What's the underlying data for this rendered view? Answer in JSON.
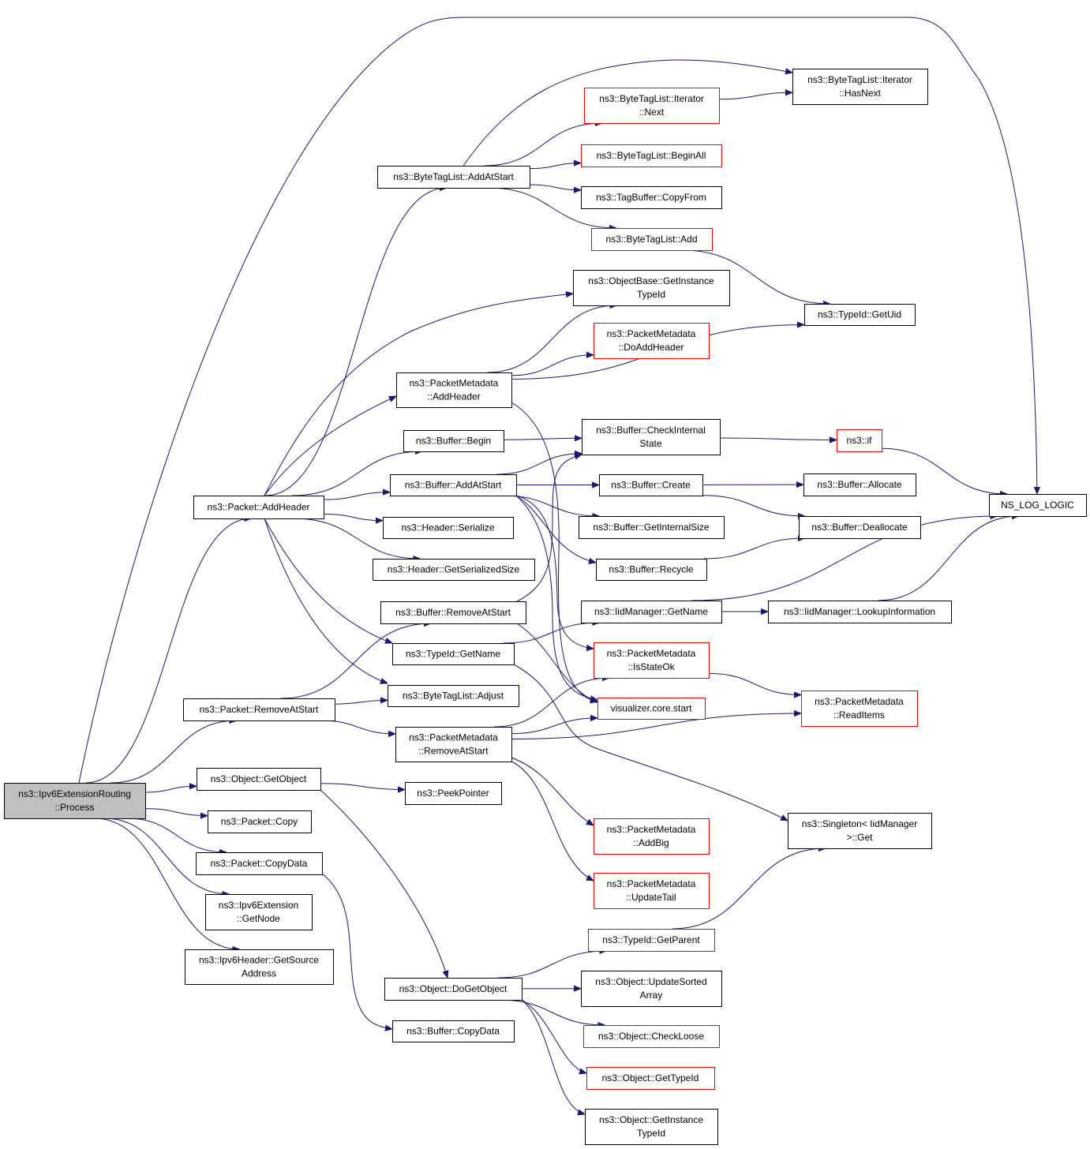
{
  "graph": {
    "nodes": [
      {
        "id": "process",
        "lines": [
          "ns3::Ipv6ExtensionRouting",
          "::Process"
        ],
        "style": "root"
      },
      {
        "id": "pkt_addheader",
        "lines": [
          "ns3::Packet::AddHeader"
        ],
        "style": "normal"
      },
      {
        "id": "pkt_removeatstart",
        "lines": [
          "ns3::Packet::RemoveAtStart"
        ],
        "style": "normal"
      },
      {
        "id": "obj_getobject",
        "lines": [
          "ns3::Object::GetObject"
        ],
        "style": "normal"
      },
      {
        "id": "pkt_copy",
        "lines": [
          "ns3::Packet::Copy"
        ],
        "style": "normal"
      },
      {
        "id": "pkt_copydata",
        "lines": [
          "ns3::Packet::CopyData"
        ],
        "style": "normal"
      },
      {
        "id": "ipv6ext_getnode",
        "lines": [
          "ns3::Ipv6Extension",
          "::GetNode"
        ],
        "style": "normal"
      },
      {
        "id": "ipv6hdr_getsrc",
        "lines": [
          "ns3::Ipv6Header::GetSource",
          "Address"
        ],
        "style": "normal"
      },
      {
        "id": "btl_addatstart",
        "lines": [
          "ns3::ByteTagList::AddAtStart"
        ],
        "style": "normal"
      },
      {
        "id": "pm_addheader",
        "lines": [
          "ns3::PacketMetadata",
          "::AddHeader"
        ],
        "style": "normal"
      },
      {
        "id": "buf_begin",
        "lines": [
          "ns3::Buffer::Begin"
        ],
        "style": "normal"
      },
      {
        "id": "buf_addatstart",
        "lines": [
          "ns3::Buffer::AddAtStart"
        ],
        "style": "normal"
      },
      {
        "id": "hdr_serialize",
        "lines": [
          "ns3::Header::Serialize"
        ],
        "style": "normal"
      },
      {
        "id": "hdr_getsersize",
        "lines": [
          "ns3::Header::GetSerializedSize"
        ],
        "style": "normal"
      },
      {
        "id": "buf_removeatstart",
        "lines": [
          "ns3::Buffer::RemoveAtStart"
        ],
        "style": "normal"
      },
      {
        "id": "typeid_getname",
        "lines": [
          "ns3::TypeId::GetName"
        ],
        "style": "normal"
      },
      {
        "id": "btl_adjust",
        "lines": [
          "ns3::ByteTagList::Adjust"
        ],
        "style": "normal"
      },
      {
        "id": "pm_removeatstart",
        "lines": [
          "ns3::PacketMetadata",
          "::RemoveAtStart"
        ],
        "style": "normal"
      },
      {
        "id": "peekpointer",
        "lines": [
          "ns3::PeekPointer"
        ],
        "style": "normal"
      },
      {
        "id": "obj_dogetobject",
        "lines": [
          "ns3::Object::DoGetObject"
        ],
        "style": "normal"
      },
      {
        "id": "buf_copydata",
        "lines": [
          "ns3::Buffer::CopyData"
        ],
        "style": "normal"
      },
      {
        "id": "btli_next",
        "lines": [
          "ns3::ByteTagList::Iterator",
          "::Next"
        ],
        "style": "incomplete"
      },
      {
        "id": "btl_beginall",
        "lines": [
          "ns3::ByteTagList::BeginAll"
        ],
        "style": "incomplete"
      },
      {
        "id": "tagbuf_copyfrom",
        "lines": [
          "ns3::TagBuffer::CopyFrom"
        ],
        "style": "normal"
      },
      {
        "id": "btl_add",
        "lines": [
          "ns3::ByteTagList::Add"
        ],
        "style": "incomplete"
      },
      {
        "id": "objbase_getinst",
        "lines": [
          "ns3::ObjectBase::GetInstance",
          "TypeId"
        ],
        "style": "normal"
      },
      {
        "id": "pm_doaddheader",
        "lines": [
          "ns3::PacketMetadata",
          "::DoAddHeader"
        ],
        "style": "incomplete"
      },
      {
        "id": "buf_checkinternal",
        "lines": [
          "ns3::Buffer::CheckInternal",
          "State"
        ],
        "style": "normal"
      },
      {
        "id": "buf_create",
        "lines": [
          "ns3::Buffer::Create"
        ],
        "style": "normal"
      },
      {
        "id": "buf_getinternalsize",
        "lines": [
          "ns3::Buffer::GetInternalSize"
        ],
        "style": "normal"
      },
      {
        "id": "buf_recycle",
        "lines": [
          "ns3::Buffer::Recycle"
        ],
        "style": "normal"
      },
      {
        "id": "iidmgr_getname",
        "lines": [
          "ns3::IidManager::GetName"
        ],
        "style": "normal"
      },
      {
        "id": "pm_isstateok",
        "lines": [
          "ns3::PacketMetadata",
          "::IsStateOk"
        ],
        "style": "incomplete"
      },
      {
        "id": "viz_start",
        "lines": [
          "visualizer.core.start"
        ],
        "style": "incomplete"
      },
      {
        "id": "pm_addbig",
        "lines": [
          "ns3::PacketMetadata",
          "::AddBig"
        ],
        "style": "incomplete"
      },
      {
        "id": "pm_updatetail",
        "lines": [
          "ns3::PacketMetadata",
          "::UpdateTail"
        ],
        "style": "incomplete"
      },
      {
        "id": "typeid_getparent",
        "lines": [
          "ns3::TypeId::GetParent"
        ],
        "style": "incomplete"
      },
      {
        "id": "obj_updatesorted",
        "lines": [
          "ns3::Object::UpdateSorted",
          "Array"
        ],
        "style": "normal"
      },
      {
        "id": "obj_checkloose",
        "lines": [
          "ns3::Object::CheckLoose"
        ],
        "style": "incomplete"
      },
      {
        "id": "obj_gettypeid",
        "lines": [
          "ns3::Object::GetTypeId"
        ],
        "style": "incomplete"
      },
      {
        "id": "obj_getinsttypeid",
        "lines": [
          "ns3::Object::GetInstance",
          "TypeId"
        ],
        "style": "normal"
      },
      {
        "id": "btli_hasnext",
        "lines": [
          "ns3::ByteTagList::Iterator",
          "::HasNext"
        ],
        "style": "normal"
      },
      {
        "id": "typeid_getuid",
        "lines": [
          "ns3::TypeId::GetUid"
        ],
        "style": "normal"
      },
      {
        "id": "ns3_if",
        "lines": [
          "ns3::if"
        ],
        "style": "incomplete"
      },
      {
        "id": "buf_allocate",
        "lines": [
          "ns3::Buffer::Allocate"
        ],
        "style": "normal"
      },
      {
        "id": "buf_deallocate",
        "lines": [
          "ns3::Buffer::Deallocate"
        ],
        "style": "normal"
      },
      {
        "id": "iidmgr_lookupinfo",
        "lines": [
          "ns3::IidManager::LookupInformation"
        ],
        "style": "normal"
      },
      {
        "id": "pm_readitems",
        "lines": [
          "ns3::PacketMetadata",
          "::ReadItems"
        ],
        "style": "incomplete"
      },
      {
        "id": "singleton_get",
        "lines": [
          "ns3::Singleton< IidManager",
          ">::Get"
        ],
        "style": "normal"
      },
      {
        "id": "ns_log_logic",
        "lines": [
          "NS_LOG_LOGIC"
        ],
        "style": "normal"
      }
    ],
    "edges": [
      [
        "process",
        "ns_log_logic"
      ],
      [
        "process",
        "pkt_addheader"
      ],
      [
        "process",
        "pkt_removeatstart"
      ],
      [
        "process",
        "obj_getobject"
      ],
      [
        "process",
        "pkt_copy"
      ],
      [
        "process",
        "pkt_copydata"
      ],
      [
        "process",
        "ipv6ext_getnode"
      ],
      [
        "process",
        "ipv6hdr_getsrc"
      ],
      [
        "pkt_addheader",
        "btl_addatstart"
      ],
      [
        "pkt_addheader",
        "objbase_getinst"
      ],
      [
        "pkt_addheader",
        "pm_addheader"
      ],
      [
        "pkt_addheader",
        "buf_begin"
      ],
      [
        "pkt_addheader",
        "buf_addatstart"
      ],
      [
        "pkt_addheader",
        "hdr_serialize"
      ],
      [
        "pkt_addheader",
        "hdr_getsersize"
      ],
      [
        "pkt_addheader",
        "typeid_getname"
      ],
      [
        "pkt_addheader",
        "btl_adjust"
      ],
      [
        "pkt_removeatstart",
        "buf_removeatstart"
      ],
      [
        "pkt_removeatstart",
        "btl_adjust"
      ],
      [
        "pkt_removeatstart",
        "pm_removeatstart"
      ],
      [
        "obj_getobject",
        "peekpointer"
      ],
      [
        "obj_getobject",
        "obj_dogetobject"
      ],
      [
        "pkt_copydata",
        "buf_copydata"
      ],
      [
        "btl_addatstart",
        "btli_hasnext"
      ],
      [
        "btl_addatstart",
        "btli_next"
      ],
      [
        "btl_addatstart",
        "btl_beginall"
      ],
      [
        "btl_addatstart",
        "tagbuf_copyfrom"
      ],
      [
        "btl_addatstart",
        "btl_add"
      ],
      [
        "btli_next",
        "btli_hasnext"
      ],
      [
        "btl_add",
        "typeid_getuid"
      ],
      [
        "pm_addheader",
        "objbase_getinst"
      ],
      [
        "pm_addheader",
        "pm_doaddheader"
      ],
      [
        "pm_addheader",
        "typeid_getuid"
      ],
      [
        "pm_addheader",
        "viz_start"
      ],
      [
        "buf_begin",
        "buf_checkinternal"
      ],
      [
        "buf_addatstart",
        "buf_checkinternal"
      ],
      [
        "buf_addatstart",
        "buf_create"
      ],
      [
        "buf_addatstart",
        "buf_getinternalsize"
      ],
      [
        "buf_addatstart",
        "buf_recycle"
      ],
      [
        "buf_addatstart",
        "pm_isstateok"
      ],
      [
        "buf_addatstart",
        "viz_start"
      ],
      [
        "buf_checkinternal",
        "ns3_if"
      ],
      [
        "ns3_if",
        "ns_log_logic"
      ],
      [
        "buf_create",
        "buf_allocate"
      ],
      [
        "buf_create",
        "buf_deallocate"
      ],
      [
        "buf_recycle",
        "buf_deallocate"
      ],
      [
        "buf_removeatstart",
        "buf_checkinternal"
      ],
      [
        "buf_removeatstart",
        "viz_start"
      ],
      [
        "typeid_getname",
        "iidmgr_getname"
      ],
      [
        "typeid_getname",
        "singleton_get"
      ],
      [
        "iidmgr_getname",
        "iidmgr_lookupinfo"
      ],
      [
        "iidmgr_getname",
        "ns_log_logic"
      ],
      [
        "iidmgr_lookupinfo",
        "ns_log_logic"
      ],
      [
        "pm_removeatstart",
        "pm_isstateok"
      ],
      [
        "pm_removeatstart",
        "viz_start"
      ],
      [
        "pm_removeatstart",
        "pm_readitems"
      ],
      [
        "pm_removeatstart",
        "pm_addbig"
      ],
      [
        "pm_removeatstart",
        "pm_updatetail"
      ],
      [
        "pm_isstateok",
        "pm_readitems"
      ],
      [
        "obj_dogetobject",
        "typeid_getparent"
      ],
      [
        "obj_dogetobject",
        "obj_updatesorted"
      ],
      [
        "obj_dogetobject",
        "obj_checkloose"
      ],
      [
        "obj_dogetobject",
        "obj_gettypeid"
      ],
      [
        "obj_dogetobject",
        "obj_getinsttypeid"
      ],
      [
        "typeid_getparent",
        "singleton_get"
      ]
    ]
  },
  "colors": {
    "edge": "#191970",
    "node_border": "#000000",
    "incomplete_border": "#ff0000",
    "root_fill": "#bfbfbf"
  }
}
